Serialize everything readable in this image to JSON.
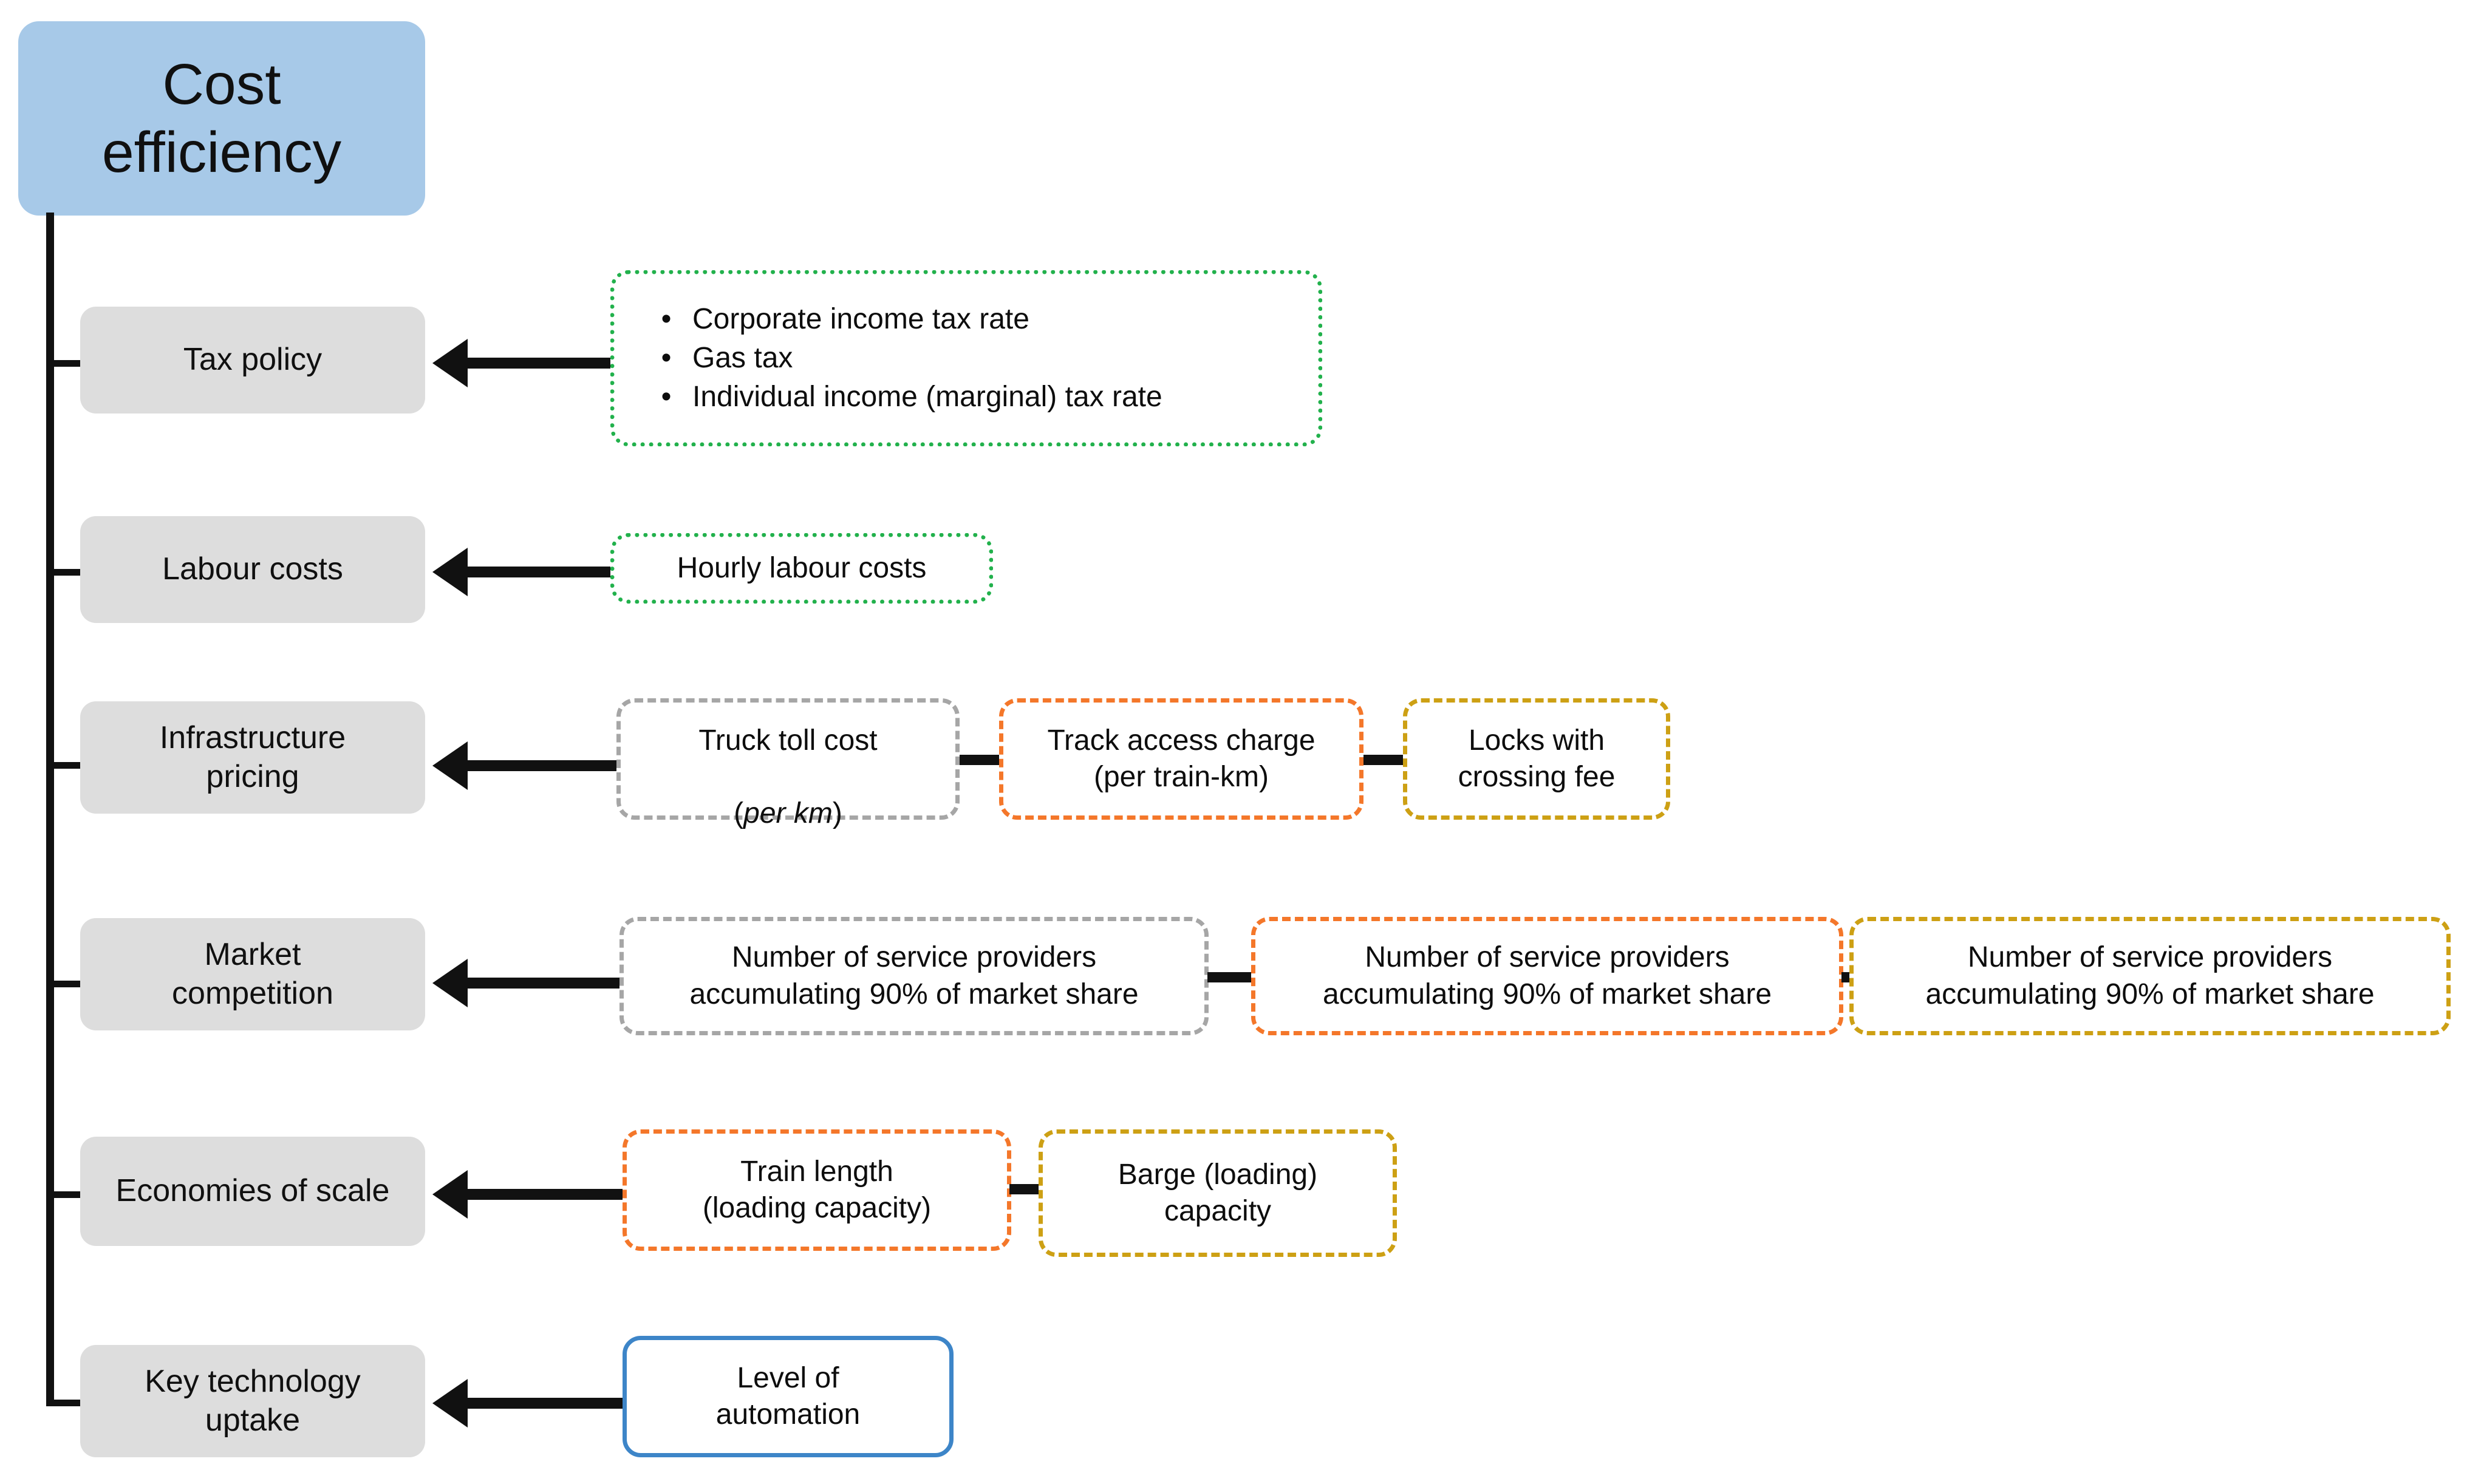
{
  "diagram": {
    "title": "Cost efficiency",
    "root": {
      "label": "Cost\nefficiency",
      "color": "#a7c9e8"
    },
    "legend_colors": {
      "root_fill": "#a7c9e8",
      "category_fill": "#dddddd",
      "green_dotted": "#22b14c",
      "gray_dashed": "#a6a6a6",
      "orange_dashed": "#f4772a",
      "olive_dashed": "#cda014",
      "blue_solid": "#3d85c8",
      "connector": "#111111"
    },
    "branches": [
      {
        "category": "Tax policy",
        "indicators": [
          {
            "style": "green-dotted",
            "kind": "bullets",
            "bullets": [
              "Corporate income tax rate",
              "Gas tax",
              "Individual income (marginal) tax rate"
            ]
          }
        ]
      },
      {
        "category": "Labour costs",
        "indicators": [
          {
            "style": "green-dotted",
            "kind": "text",
            "text": "Hourly labour costs"
          }
        ]
      },
      {
        "category": "Infrastructure\npricing",
        "indicators": [
          {
            "style": "gray-dashed",
            "kind": "text",
            "text_line1": "Truck toll cost",
            "text_line2_italic": "per km"
          },
          {
            "style": "orange-dashed",
            "kind": "text",
            "text": "Track access charge\n(per train-km)"
          },
          {
            "style": "olive-dashed",
            "kind": "text",
            "text": "Locks with\ncrossing fee"
          }
        ]
      },
      {
        "category": "Market\ncompetition",
        "indicators": [
          {
            "style": "gray-dashed",
            "kind": "text",
            "text": "Number of service providers\naccumulating 90% of market share"
          },
          {
            "style": "orange-dashed",
            "kind": "text",
            "text": "Number of service providers\naccumulating 90% of market share"
          },
          {
            "style": "olive-dashed",
            "kind": "text",
            "text": "Number of service providers\naccumulating 90% of market share"
          }
        ]
      },
      {
        "category": "Economies of scale",
        "indicators": [
          {
            "style": "orange-dashed",
            "kind": "text",
            "text": "Train length\n(loading capacity)"
          },
          {
            "style": "olive-dashed",
            "kind": "text",
            "text": "Barge (loading)\ncapacity"
          }
        ]
      },
      {
        "category": "Key technology\nuptake",
        "indicators": [
          {
            "style": "blue-solid",
            "kind": "text",
            "text": "Level of\nautomation"
          }
        ]
      }
    ]
  }
}
